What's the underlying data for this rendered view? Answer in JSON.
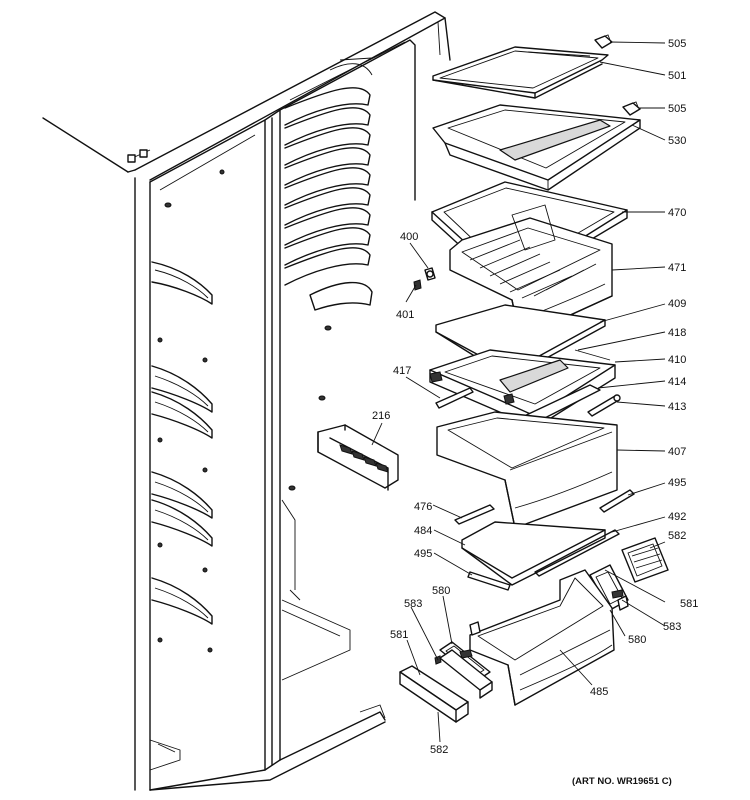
{
  "diagram": {
    "art_number": "(ART NO. WR19651 C)",
    "part_labels": [
      {
        "id": "505a",
        "text": "505"
      },
      {
        "id": "501",
        "text": "501"
      },
      {
        "id": "505b",
        "text": "505"
      },
      {
        "id": "530",
        "text": "530"
      },
      {
        "id": "470",
        "text": "470"
      },
      {
        "id": "400",
        "text": "400"
      },
      {
        "id": "471",
        "text": "471"
      },
      {
        "id": "401",
        "text": "401"
      },
      {
        "id": "409",
        "text": "409"
      },
      {
        "id": "418",
        "text": "418"
      },
      {
        "id": "410",
        "text": "410"
      },
      {
        "id": "417",
        "text": "417"
      },
      {
        "id": "414",
        "text": "414"
      },
      {
        "id": "216",
        "text": "216"
      },
      {
        "id": "413",
        "text": "413"
      },
      {
        "id": "407",
        "text": "407"
      },
      {
        "id": "495a",
        "text": "495"
      },
      {
        "id": "476",
        "text": "476"
      },
      {
        "id": "492",
        "text": "492"
      },
      {
        "id": "484",
        "text": "484"
      },
      {
        "id": "582a",
        "text": "582"
      },
      {
        "id": "495b",
        "text": "495"
      },
      {
        "id": "580a",
        "text": "580"
      },
      {
        "id": "581a",
        "text": "581"
      },
      {
        "id": "583a",
        "text": "583"
      },
      {
        "id": "583b",
        "text": "583"
      },
      {
        "id": "581b",
        "text": "581"
      },
      {
        "id": "580b",
        "text": "580"
      },
      {
        "id": "485",
        "text": "485"
      },
      {
        "id": "582b",
        "text": "582"
      }
    ]
  }
}
